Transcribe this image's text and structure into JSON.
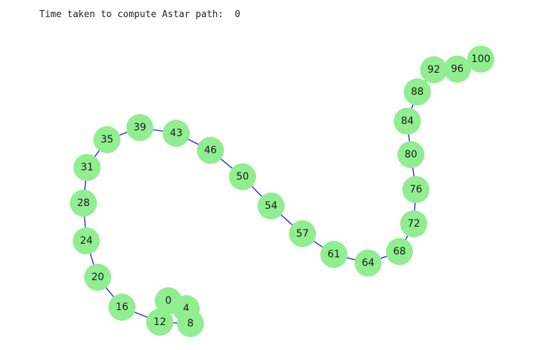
{
  "output": {
    "label": "Time taken to compute Astar path:",
    "value": "0"
  },
  "graph": {
    "node_color": "#90ee90",
    "edge_color": "#3a3ae8",
    "label_color": "#1a1a1a",
    "nodes": [
      {
        "id": "0"
      },
      {
        "id": "4"
      },
      {
        "id": "8"
      },
      {
        "id": "12"
      },
      {
        "id": "16"
      },
      {
        "id": "20"
      },
      {
        "id": "24"
      },
      {
        "id": "28"
      },
      {
        "id": "31"
      },
      {
        "id": "35"
      },
      {
        "id": "39"
      },
      {
        "id": "43"
      },
      {
        "id": "46"
      },
      {
        "id": "50"
      },
      {
        "id": "54"
      },
      {
        "id": "57"
      },
      {
        "id": "61"
      },
      {
        "id": "64"
      },
      {
        "id": "68"
      },
      {
        "id": "72"
      },
      {
        "id": "76"
      },
      {
        "id": "80"
      },
      {
        "id": "84"
      },
      {
        "id": "88"
      },
      {
        "id": "92"
      },
      {
        "id": "96"
      },
      {
        "id": "100"
      }
    ],
    "edges": [
      [
        "0",
        "4"
      ],
      [
        "4",
        "8"
      ],
      [
        "8",
        "12"
      ],
      [
        "12",
        "16"
      ],
      [
        "16",
        "20"
      ],
      [
        "20",
        "24"
      ],
      [
        "24",
        "28"
      ],
      [
        "28",
        "31"
      ],
      [
        "31",
        "35"
      ],
      [
        "35",
        "39"
      ],
      [
        "39",
        "43"
      ],
      [
        "43",
        "46"
      ],
      [
        "46",
        "50"
      ],
      [
        "50",
        "54"
      ],
      [
        "54",
        "57"
      ],
      [
        "57",
        "61"
      ],
      [
        "61",
        "64"
      ],
      [
        "64",
        "68"
      ],
      [
        "68",
        "72"
      ],
      [
        "72",
        "76"
      ],
      [
        "76",
        "80"
      ],
      [
        "80",
        "84"
      ],
      [
        "84",
        "88"
      ],
      [
        "88",
        "92"
      ],
      [
        "92",
        "96"
      ],
      [
        "96",
        "100"
      ]
    ]
  }
}
